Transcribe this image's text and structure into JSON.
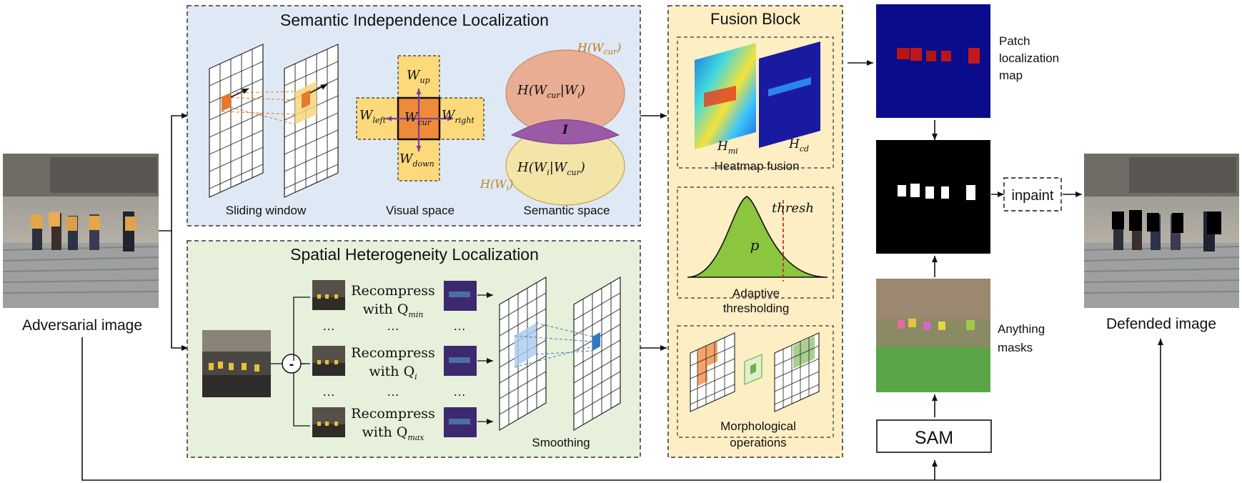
{
  "input": {
    "label": "Adversarial image"
  },
  "output": {
    "label": "Defended image"
  },
  "sil": {
    "title": "Semantic Independence Localization",
    "sliding_window": "Sliding window",
    "visual_space": "Visual space",
    "semantic_space": "Semantic space",
    "w_up": "W",
    "w_up_sub": "up",
    "w_left": "W",
    "w_left_sub": "left",
    "w_cur": "W",
    "w_cur_sub": "cur",
    "w_right": "W",
    "w_right_sub": "right",
    "w_down": "W",
    "w_down_sub": "down",
    "h_wcur_label": "H(W",
    "h_wcur_label_sub": "cur",
    "h_wcur_label_end": ")",
    "h_wi_label": "H(W",
    "h_wi_label_sub": "i",
    "h_wi_label_end": ")",
    "cond_top_a": "H(W",
    "cond_top_sub1": "cur",
    "cond_top_b": "|W",
    "cond_top_sub2": "i",
    "cond_top_c": ")",
    "cond_bot_a": "H(W",
    "cond_bot_sub1": "i",
    "cond_bot_b": "|W",
    "cond_bot_sub2": "cur",
    "cond_bot_c": ")",
    "intersection": "I"
  },
  "shl": {
    "title": "Spatial Heterogeneity Localization",
    "minus": "-",
    "recompress_1": "Recompress",
    "with_1": "with Q",
    "q_1": "min",
    "recompress_2": "Recompress",
    "with_2": "with Q",
    "q_2": "i",
    "recompress_3": "Recompress",
    "with_3": "with Q",
    "q_3": "max",
    "dots": "…",
    "smoothing": "Smoothing"
  },
  "fusion": {
    "title": "Fusion Block",
    "h_mi": "H",
    "h_mi_sub": "mi",
    "h_cd": "H",
    "h_cd_sub": "cd",
    "heatmap_fusion": "Heatmap fusion",
    "thresh": "thresh",
    "p": "p",
    "adaptive_1": "Adaptive",
    "adaptive_2": "thresholding",
    "morph_1": "Morphological",
    "morph_2": "operations"
  },
  "right": {
    "patch_1": "Patch",
    "patch_2": "localization",
    "patch_3": "map",
    "anything_1": "Anything",
    "anything_2": "masks",
    "sam": "SAM",
    "inpaint": "inpaint"
  }
}
